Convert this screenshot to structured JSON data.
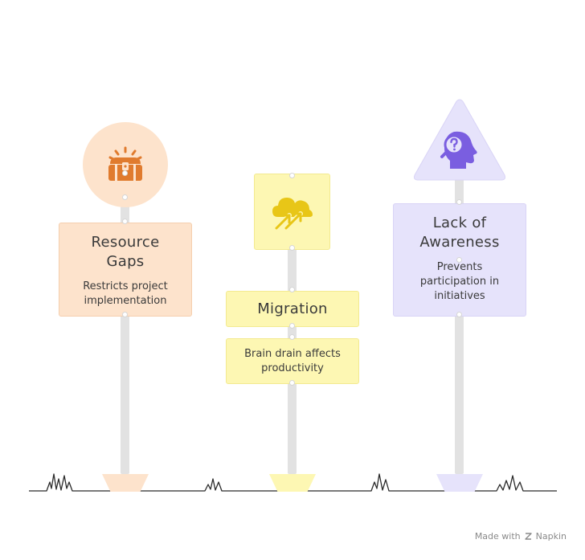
{
  "signs": [
    {
      "title": "Resource\nGaps",
      "description": "Restricts project\nimplementation",
      "icon": "treasure-chest-icon",
      "shape": "circle",
      "color": "#fde3cc",
      "icon_color": "#e07b2e"
    },
    {
      "title": "Migration",
      "description": "Brain drain affects\nproductivity",
      "icon": "cloud-arrows-icon",
      "shape": "square",
      "color": "#fdf7b3",
      "icon_color": "#e8c617"
    },
    {
      "title": "Lack of\nAwareness",
      "description": "Prevents\nparticipation in\ninitiatives",
      "icon": "head-question-icon",
      "shape": "triangle",
      "color": "#e6e3fb",
      "icon_color": "#7a5ee0"
    }
  ],
  "footer": {
    "made_with": "Made with",
    "brand": "Napkin"
  }
}
